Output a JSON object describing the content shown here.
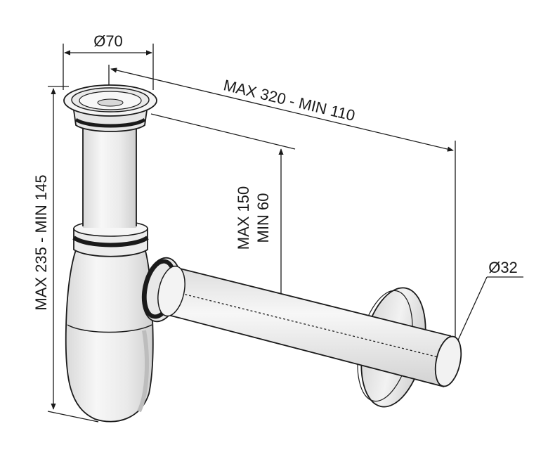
{
  "diagram": {
    "labels": {
      "top_diameter": "Ø70",
      "horizontal_reach": "MAX 320 - MIN 110",
      "vertical_drop_max": "MAX 150",
      "vertical_drop_min": "MIN 60",
      "total_height": "MAX 235 - MIN 145",
      "outlet_diameter": "Ø32"
    },
    "colors": {
      "stroke": "#1a1a1a",
      "body_light": "#f4f4f4",
      "body_mid": "#e6e6e6",
      "shadow": "#cfcfcf",
      "ring_dark": "#1a1a1a"
    }
  }
}
